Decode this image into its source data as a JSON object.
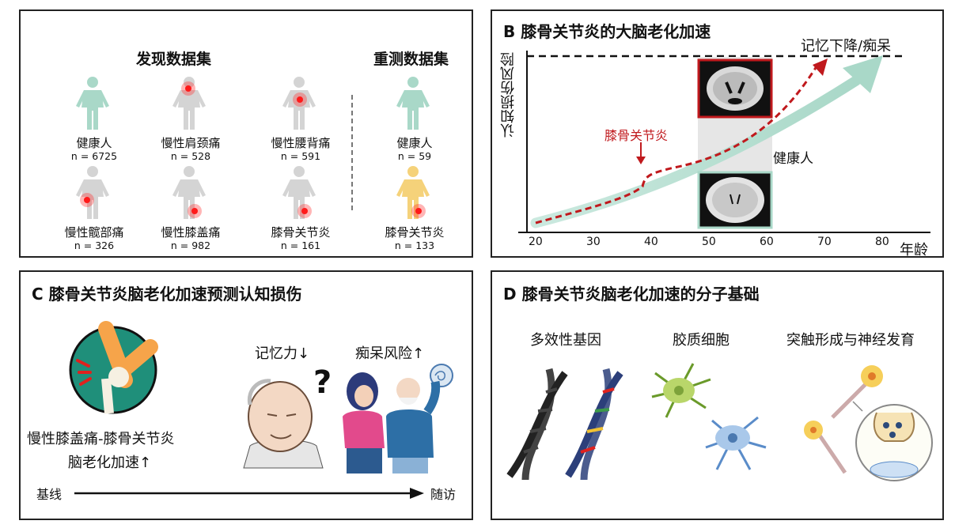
{
  "panel_a": {
    "discovery_title": "发现数据集",
    "retest_title": "重测数据集",
    "groups": [
      {
        "label": "健康人",
        "n": "n = 6725",
        "color": "#a9d8c8",
        "pain": ""
      },
      {
        "label": "慢性肩颈痛",
        "n": "n = 528",
        "color": "#d4d4d4",
        "pain": "neck"
      },
      {
        "label": "慢性腰背痛",
        "n": "n = 591",
        "color": "#d4d4d4",
        "pain": "back"
      },
      {
        "label": "慢性髋部痛",
        "n": "n = 326",
        "color": "#d4d4d4",
        "pain": "hip"
      },
      {
        "label": "慢性膝盖痛",
        "n": "n = 982",
        "color": "#d4d4d4",
        "pain": "knee"
      },
      {
        "label": "膝骨关节炎",
        "n": "n = 161",
        "color": "#d4d4d4",
        "pain": "knee"
      },
      {
        "label": "健康人",
        "n": "n = 59",
        "color": "#a9d8c8",
        "pain": ""
      },
      {
        "label": "膝骨关节炎",
        "n": "n = 133",
        "color": "#f5d27a",
        "pain": "knee"
      }
    ]
  },
  "panel_b": {
    "title": "B  膝骨关节炎的大脑老化加速",
    "y_label": "认知损伤风险",
    "x_label": "年龄",
    "x_ticks": [
      "20",
      "30",
      "40",
      "50",
      "60",
      "70",
      "80"
    ],
    "dementia_label": "记忆下降/痴呆",
    "koa_label": "膝骨关节炎",
    "healthy_label": "健康人",
    "colors": {
      "koa": "#c0191d",
      "healthy": "#cbe9df"
    }
  },
  "panel_c": {
    "title": "C  膝骨关节炎脑老化加速预测认知损伤",
    "line1": "慢性膝盖痛-膝骨关节炎",
    "line2": "脑老化加速↑",
    "memory": "记忆力↓",
    "dementia_risk": "痴呆风险↑",
    "baseline": "基线",
    "followup": "随访"
  },
  "panel_d": {
    "title": "D  膝骨关节炎脑老化加速的分子基础",
    "items": [
      "多效性基因",
      "胶质细胞",
      "突触形成与神经发育"
    ]
  }
}
